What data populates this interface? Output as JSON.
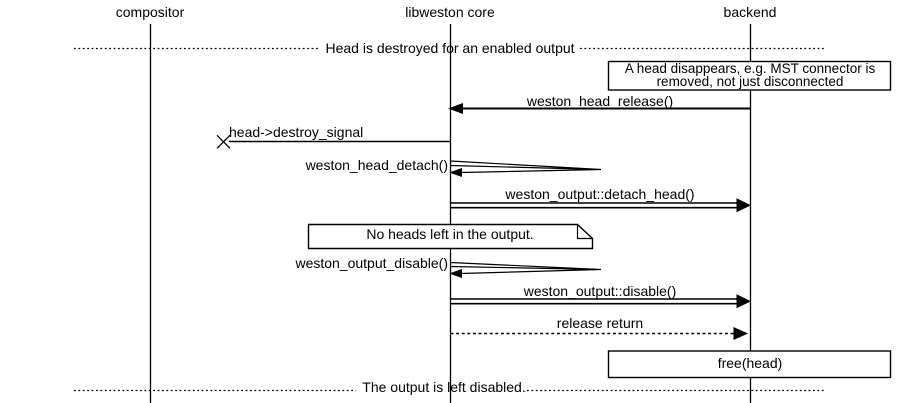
{
  "diagram": {
    "type": "sequence-diagram",
    "colors": {
      "background": "#ffffff",
      "line": "#000000",
      "text": "#000000"
    },
    "entities": [
      {
        "name": "compositor"
      },
      {
        "name": "libweston core"
      },
      {
        "name": "backend"
      }
    ],
    "dividers": [
      {
        "label": "Head is destroyed for an enabled output"
      },
      {
        "label": "The output is left disabled."
      }
    ],
    "boxes": [
      {
        "on": "backend",
        "label": "A head disappears, e.g. MST connector is removed, not just disconnected"
      },
      {
        "on": "backend",
        "label": "free(head)"
      }
    ],
    "notes": [
      {
        "on": "libweston core",
        "label": "No heads left in the output."
      }
    ],
    "messages": [
      {
        "from": "backend",
        "to": "libweston core",
        "style": "solid-arrow",
        "label": "weston_head_release()"
      },
      {
        "from": "libweston core",
        "to": "compositor",
        "style": "lost-message",
        "label": "head->destroy_signal"
      },
      {
        "from": "libweston core",
        "to": "libweston core",
        "style": "self-call",
        "label": "weston_head_detach()"
      },
      {
        "from": "libweston core",
        "to": "backend",
        "style": "emphasized-double-line",
        "label": "weston_output::detach_head()"
      },
      {
        "from": "libweston core",
        "to": "libweston core",
        "style": "self-call",
        "label": "weston_output_disable()"
      },
      {
        "from": "libweston core",
        "to": "backend",
        "style": "emphasized-double-line",
        "label": "weston_output::disable()"
      },
      {
        "from": "libweston core",
        "to": "backend",
        "style": "dotted-return",
        "label": "release return"
      }
    ]
  }
}
